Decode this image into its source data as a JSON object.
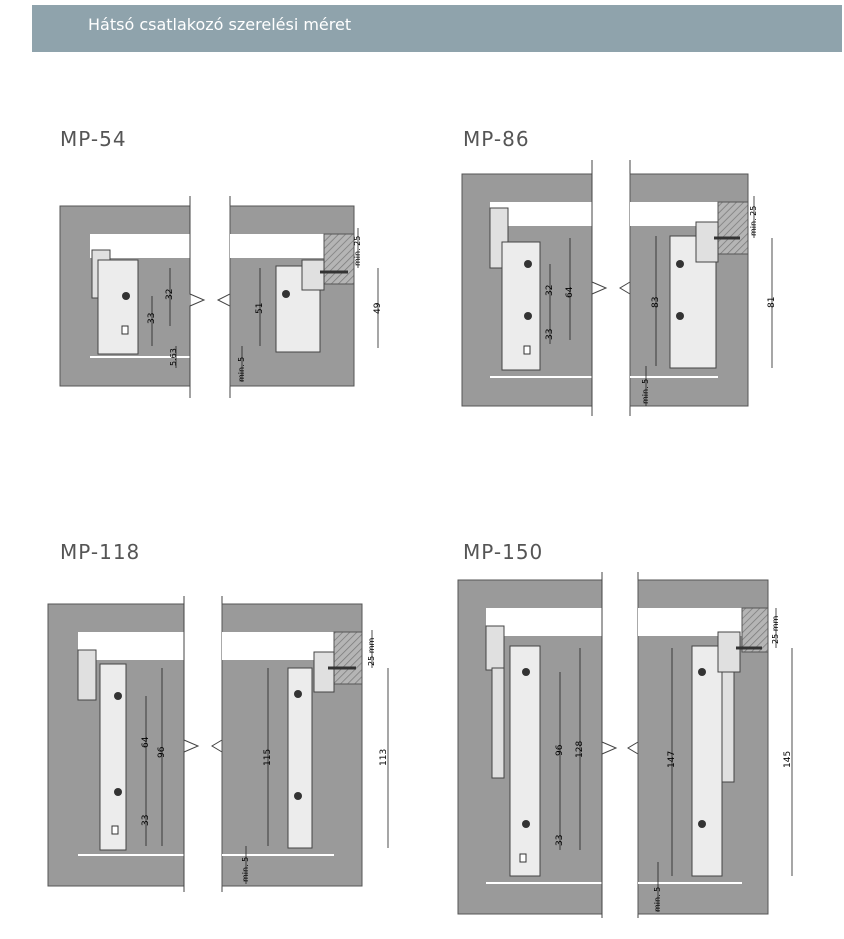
{
  "header": {
    "title": "Hátsó csatlakozó szerelési méret"
  },
  "colors": {
    "header_bg": "#8fa3ac",
    "panel_fill": "#9a9a9a",
    "wall_gap": "#ffffff",
    "bracket": "#e8e8e8",
    "hatch": "#8a8a8a",
    "dim_line": "#222222"
  },
  "panels": [
    {
      "title": "MP-54",
      "left_dims": {
        "a": "32",
        "b": "33",
        "c": "5.63"
      },
      "right_dims": {
        "a": "51",
        "b": "min. 5",
        "c": "min. 25",
        "d": "49"
      }
    },
    {
      "title": "MP-86",
      "left_dims": {
        "a": "32",
        "b": "64",
        "c": "33"
      },
      "right_dims": {
        "a": "83",
        "b": "min. 5",
        "c": "min. 25",
        "d": "81"
      }
    },
    {
      "title": "MP-118",
      "left_dims": {
        "a": "64",
        "b": "96",
        "c": "33"
      },
      "right_dims": {
        "a": "115",
        "b": "min. 5",
        "c": "25 mm",
        "d": "113"
      }
    },
    {
      "title": "MP-150",
      "left_dims": {
        "a": "96",
        "b": "128",
        "c": "33"
      },
      "right_dims": {
        "a": "147",
        "b": "min. 5",
        "c": "25 mm",
        "d": "145"
      }
    }
  ]
}
